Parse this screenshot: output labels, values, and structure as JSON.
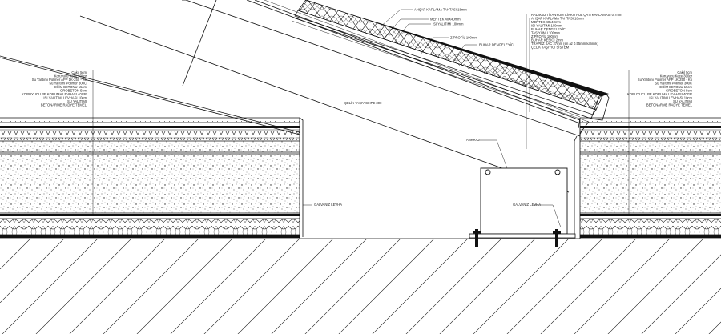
{
  "left_stack": {
    "labels": [
      "Çakıl 5cm",
      "Koruyucu Keçe 300gr",
      "Su Yalıtımı Polimer APP 1K-250 - K5",
      "Su Yalıtımı Polimer 300C",
      "EĞİM BETONU 15cm",
      "GROBETON 5cm",
      "KORUYUCU PE KORUMA LEVHASI 40GR",
      "ISI YALITIMI LEVHASI 10cm",
      "SU YALITIMI",
      "BETONARME RADYE TEMEL"
    ]
  },
  "right_stack": {
    "labels": [
      "Çakıl 5cm",
      "Koruyucu Keçe 300gr",
      "Su Yalıtımı Polimer APP 1K-250 - K5",
      "Su Yalıtımı Polimer 300C",
      "EĞİM BETONU 15cm",
      "GROBETON 5cm",
      "KORUYUCU PE KORUMA LEVHASI 40GR",
      "ISI YALITIMI LEVHASI 10cm",
      "SU YALITIMI",
      "BETONARME RADYE TEMEL"
    ]
  },
  "roof_callouts": {
    "top_left": [
      "AHŞAP KAPLAMA TAHTASI 18mm",
      "MERTEK 40X40mm",
      "ISI YALITIMI 100mm"
    ],
    "z_profile": "Z PROFİL 100mm",
    "vapor": "BUHAR DENGELEYİCİ",
    "top_right": [
      "RAL 9002 TİTANYUM ÇİNKO PUL ÇATI KAPLAMASI 0.7mm",
      "AHŞAP KAPLAMA TAHTASI 18mm",
      "MERTEK 40x40mm",
      "ISI YALITIMI 100mm",
      "BUHAR DENGELEYİCİ",
      "TAŞ YÜNÜ 100mm",
      "Z PROFİL 100mm",
      "BUHAR KESİCİ 2mm",
      "TRAPEZ SAC 27mm (en az 0.55mm kalınlık)",
      "ÇELİK TAŞIYICI SİSTEM"
    ]
  },
  "beam_label": "ÇELİK TAŞIYICI IPE 300",
  "anchor_label": "ANKRAJ",
  "galv_left": "GALVANİZ LEVHA",
  "galv_right": "GALVANİZ LEVHA"
}
